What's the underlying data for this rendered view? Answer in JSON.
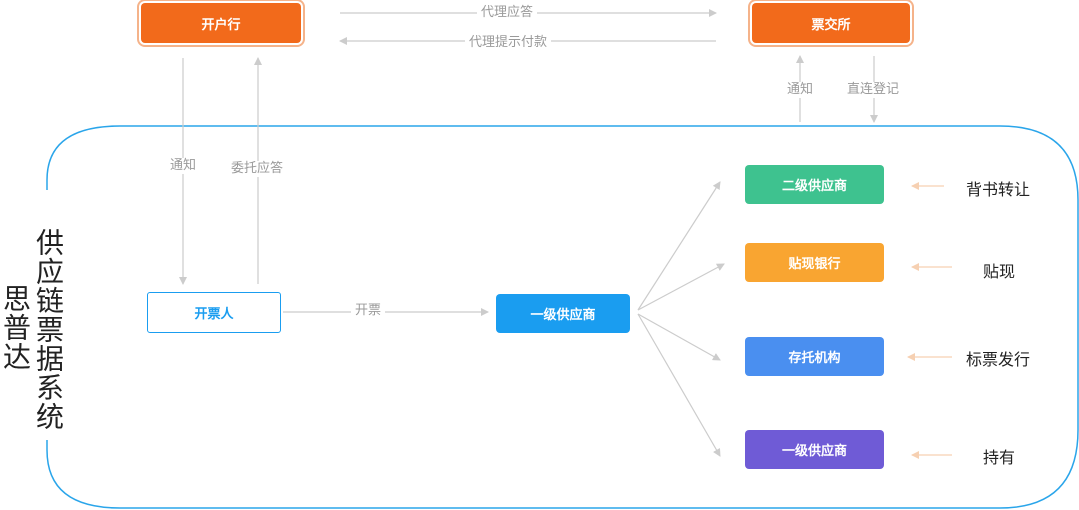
{
  "nodes": {
    "bank": "开户行",
    "exchange": "票交所",
    "drawer": "开票人",
    "supplier_primary": "一级供应商",
    "supplier_secondary": "二级供应商",
    "discount_bank": "贴现银行",
    "custodian": "存托机构",
    "supplier_holding": "一级供应商"
  },
  "edges": {
    "agent_response": "代理应答",
    "agent_payment_prompt": "代理提示付款",
    "notify_left": "通知",
    "entrust_response": "委托应答",
    "notify_right": "通知",
    "direct_register": "直连登记",
    "issue": "开票"
  },
  "actions": {
    "endorse_transfer": "背书转让",
    "discount": "贴现",
    "standard_issuance": "标票发行",
    "hold": "持有"
  },
  "system": {
    "title": "供应链票据系统",
    "brand": "思普达"
  },
  "colors": {
    "orange": "#f26a1b",
    "blue": "#1a9df0",
    "green": "#3ec28f",
    "amber": "#f9a531",
    "steel_blue": "#4a8ff0",
    "purple": "#6f5bd6",
    "system_border": "#2aa5ea"
  }
}
